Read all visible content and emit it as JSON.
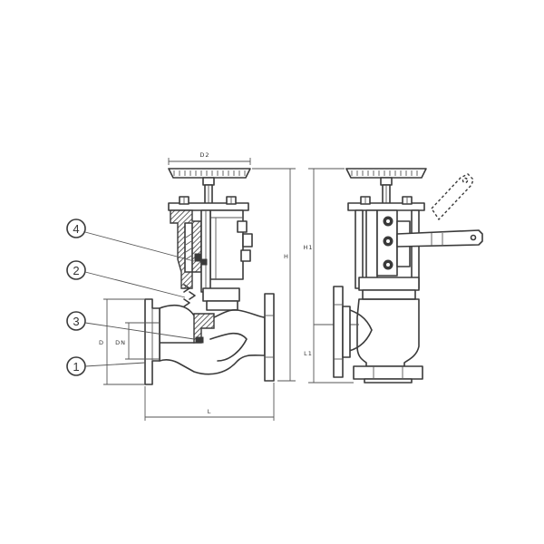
{
  "callouts": [
    {
      "id": "4",
      "text": "4"
    },
    {
      "id": "2",
      "text": "2"
    },
    {
      "id": "3",
      "text": "3"
    },
    {
      "id": "1",
      "text": "1"
    }
  ],
  "dimensions": {
    "handwheel_diameter": "D2",
    "height": "H",
    "height_right": "H1",
    "flange_diameter": "D",
    "nominal_diameter": "DN",
    "length": "L",
    "length_right": "L1"
  }
}
